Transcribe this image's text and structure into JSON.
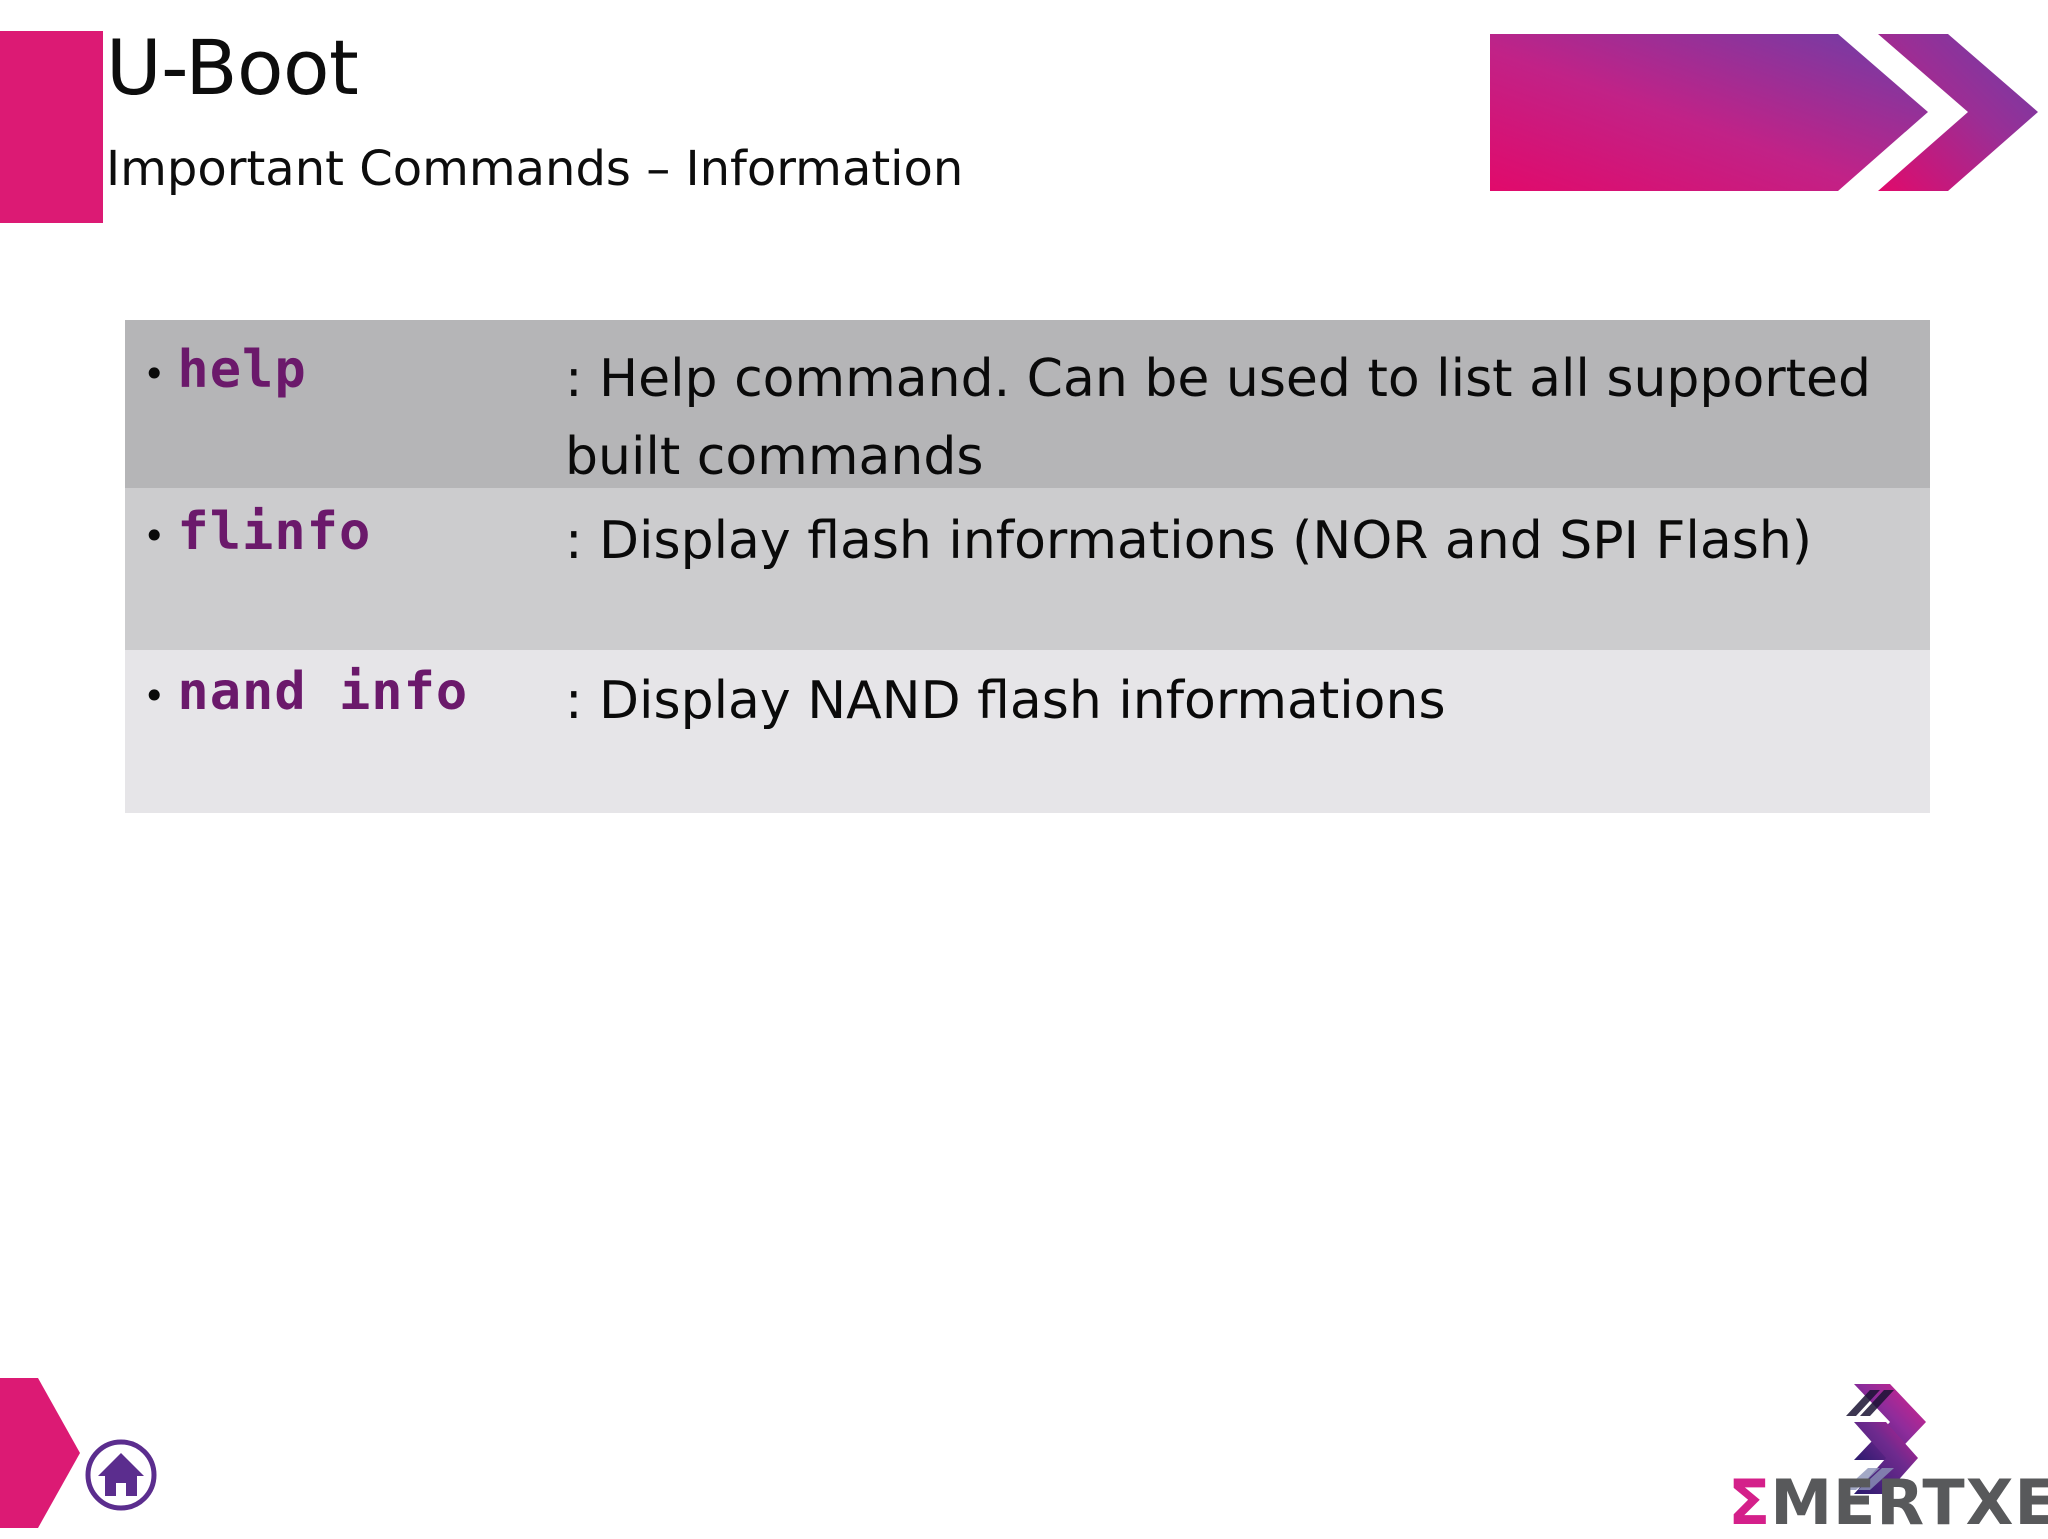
{
  "slide": {
    "title": "U-Boot",
    "subtitle": "Important Commands – Information"
  },
  "theme": {
    "accent_pink": "#DC1A74",
    "command_purple": "#6B196B",
    "row_colors": [
      "#B5B5B7",
      "#CCCCCE",
      "#E6E5E8"
    ],
    "logo_gray": "#58595B"
  },
  "commands": [
    {
      "bullet": "•",
      "name": "help",
      "separator": ":",
      "description": "Help command. Can be used to list all supported built commands"
    },
    {
      "bullet": "•",
      "name": "flinfo",
      "separator": ":",
      "description": "Display flash informations (NOR and SPI Flash)"
    },
    {
      "bullet": "•",
      "name": "nand info",
      "separator": ":",
      "description": "Display NAND flash informations"
    }
  ],
  "footer": {
    "home_icon": "home-icon",
    "logo_text": "MERTXE",
    "logo_sigma": "Σ"
  }
}
